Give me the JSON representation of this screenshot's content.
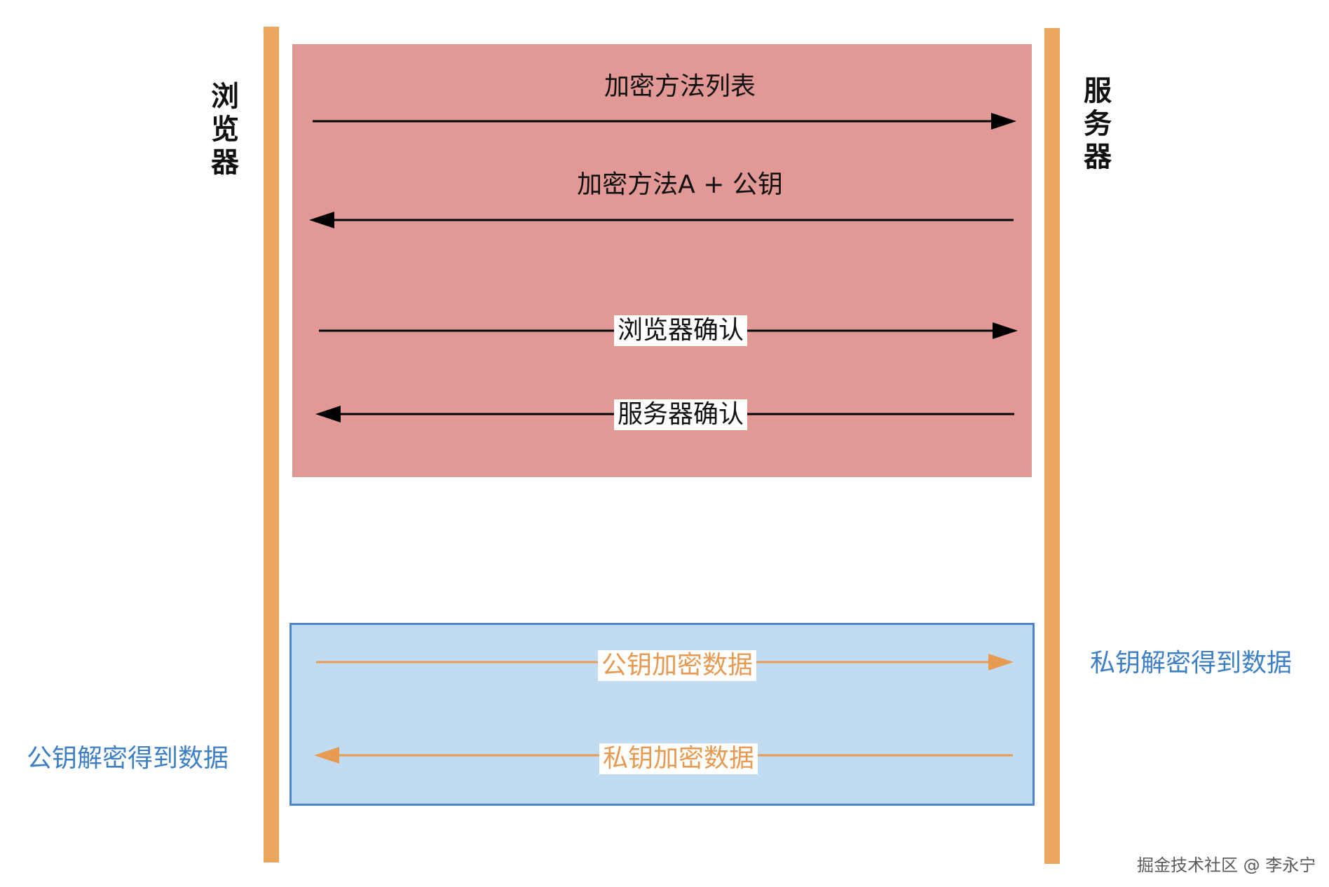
{
  "participants": {
    "left": [
      "浏",
      "览",
      "器"
    ],
    "right": [
      "服",
      "务",
      "器"
    ]
  },
  "handshake_messages": [
    {
      "label": "加密方法列表",
      "direction": "to-server"
    },
    {
      "label": "加密方法A + 公钥",
      "direction": "to-browser"
    },
    {
      "label": "浏览器确认",
      "direction": "to-server"
    },
    {
      "label": "服务器确认",
      "direction": "to-browser"
    }
  ],
  "data_messages": [
    {
      "label": "公钥加密数据",
      "direction": "to-server"
    },
    {
      "label": "私钥加密数据",
      "direction": "to-browser"
    }
  ],
  "notes": {
    "server": "私钥解密得到数据",
    "browser": "公钥解密得到数据"
  },
  "watermark": "掘金技术社区 @ 李永宁",
  "colors": {
    "lifeline": "#eca75e",
    "handshake_box": "#e29895",
    "data_box": "#c1dcf1",
    "data_box_border": "#4a86c8",
    "data_arrow": "#e79a52",
    "note_text": "#3f7fc4"
  }
}
